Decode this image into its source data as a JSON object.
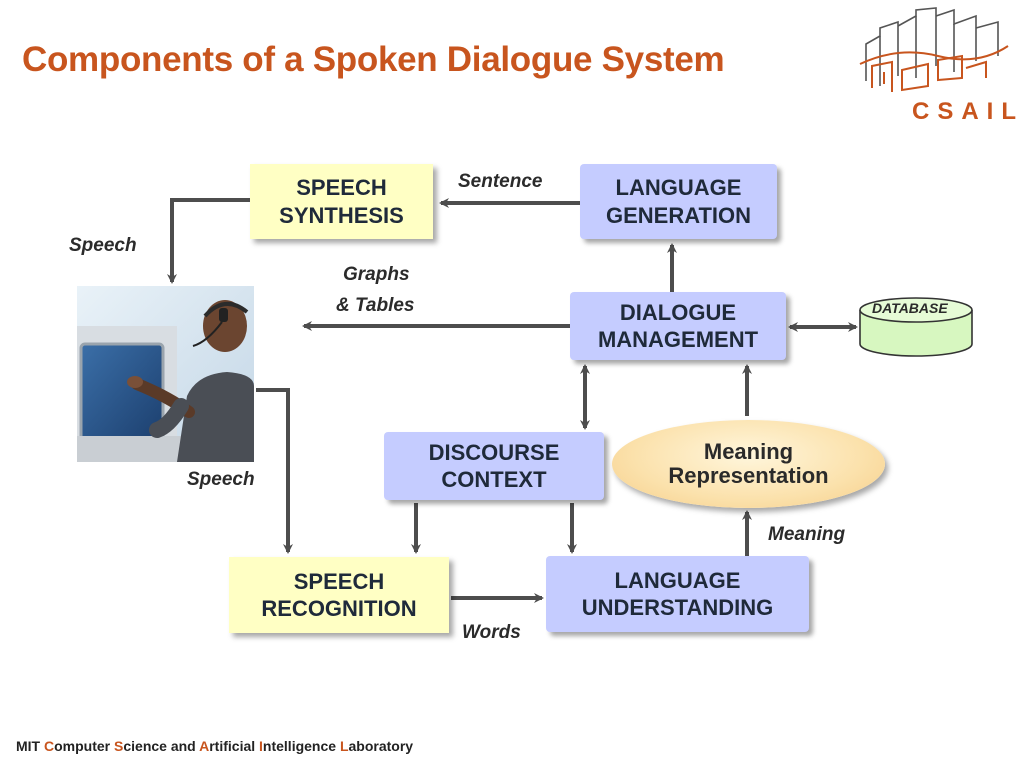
{
  "title": "Components of a Spoken Dialogue System",
  "logo": {
    "text": "CSAIL",
    "icon": "csail-skyline-logo"
  },
  "boxes": {
    "speech_synthesis": "SPEECH\nSYNTHESIS",
    "language_generation": "LANGUAGE\nGENERATION",
    "dialogue_management": "DIALOGUE\nMANAGEMENT",
    "discourse_context": "DISCOURSE\nCONTEXT",
    "meaning_representation": "Meaning\nRepresentation",
    "speech_recognition": "SPEECH\nRECOGNITION",
    "language_understanding": "LANGUAGE\nUNDERSTANDING",
    "database": "DATABASE"
  },
  "labels": {
    "sentence": "Sentence",
    "speech_top": "Speech",
    "graphs": "Graphs",
    "tables": "& Tables",
    "speech_bottom": "Speech",
    "meaning": "Meaning",
    "words": "Words"
  },
  "footer": {
    "mit": "MIT ",
    "c": "C",
    "c_rest": "omputer ",
    "s": "S",
    "s_rest": "cience and ",
    "a": "A",
    "a_rest": "rtificial ",
    "i": "I",
    "i_rest": "ntelligence ",
    "l": "L",
    "l_rest": "aboratory"
  },
  "colors": {
    "accent": "#c8551e",
    "yellow_box": "#ffffc4",
    "blue_box": "#c5ccff",
    "database": "#d7f7c0",
    "arrow": "#4d4d4d"
  }
}
